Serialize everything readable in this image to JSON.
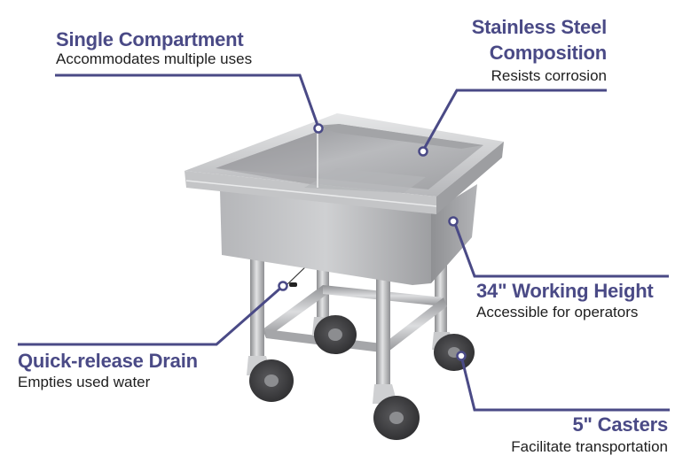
{
  "colors": {
    "accent": "#4a4a86",
    "text": "#1e1e1e",
    "background": "#ffffff",
    "steel_light": "#d8d9db",
    "steel_mid": "#a9aaad",
    "steel_dark": "#7c7d80",
    "wheel": "#3a3a3c"
  },
  "product": {
    "name": "Single compartment stainless steel sink on casters",
    "image_semantic": "sink-illustration"
  },
  "callouts": [
    {
      "id": "single-compartment",
      "title": "Single Compartment",
      "description": "Accommodates multiple uses"
    },
    {
      "id": "stainless-steel",
      "title_line1": "Stainless Steel",
      "title_line2": "Composition",
      "description": "Resists corrosion"
    },
    {
      "id": "working-height",
      "title": "34\" Working Height",
      "description": "Accessible for operators"
    },
    {
      "id": "quick-release-drain",
      "title": "Quick-release Drain",
      "description": "Empties used water"
    },
    {
      "id": "casters",
      "title": "5\" Casters",
      "description": "Facilitate transportation"
    }
  ]
}
